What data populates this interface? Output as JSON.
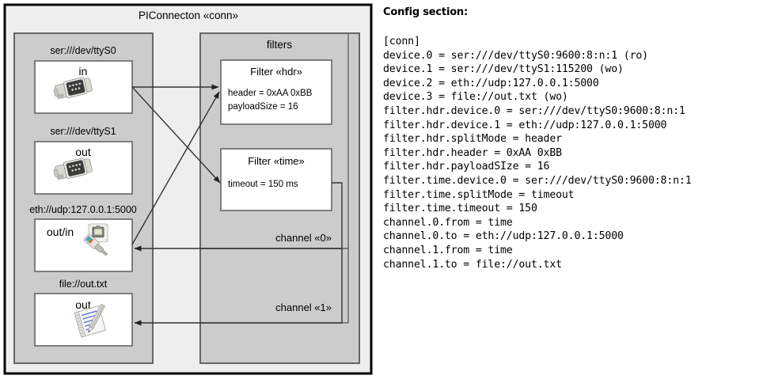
{
  "diagram": {
    "outer_title": "PIConnecton «conn»",
    "devices_group": {
      "devices": [
        {
          "caption": "ser:///dev/ttyS0",
          "io": "in",
          "icon": "serial-port-icon"
        },
        {
          "caption": "ser:///dev/ttyS1",
          "io": "out",
          "icon": "serial-port-icon"
        },
        {
          "caption": "eth://udp:127.0.0.1:5000",
          "io": "out/in",
          "icon": "ethernet-jack-icon"
        },
        {
          "caption": "file://out.txt",
          "io": "out",
          "icon": "text-file-icon"
        }
      ]
    },
    "filters_group": {
      "title": "filters",
      "filters": [
        {
          "title": "Filter «hdr»",
          "props": [
            "header = 0xAA 0xBB",
            "payloadSize = 16"
          ]
        },
        {
          "title": "Filter «time»",
          "props": [
            "timeout = 150 ms"
          ]
        }
      ],
      "channels": [
        {
          "label": "channel «0»"
        },
        {
          "label": "channel «1»"
        }
      ]
    },
    "colors": {
      "outer_bg": "#eeeeee",
      "group_bg": "#cccccc",
      "box_bg": "#ffffff",
      "border": "#666666",
      "outer_border": "#000000",
      "line": "#333333"
    }
  },
  "config": {
    "heading": "Config section:",
    "lines": [
      "[conn]",
      "device.0 = ser:///dev/ttyS0:9600:8:n:1 (ro)",
      "device.1 = ser:///dev/ttyS1:115200 (wo)",
      "device.2 = eth://udp:127.0.0.1:5000",
      "device.3 = file://out.txt (wo)",
      "filter.hdr.device.0 = ser:///dev/ttyS0:9600:8:n:1",
      "filter.hdr.device.1 = eth://udp:127.0.0.1:5000",
      "filter.hdr.splitMode = header",
      "filter.hdr.header = 0xAA 0xBB",
      "filter.hdr.payloadSIze = 16",
      "filter.time.device.0 = ser:///dev/ttyS0:9600:8:n:1",
      "filter.time.splitMode = timeout",
      "filter.time.timeout = 150",
      "channel.0.from = time",
      "channel.0.to = eth://udp:127.0.0.1:5000",
      "channel.1.from = time",
      "channel.1.to = file://out.txt"
    ]
  }
}
